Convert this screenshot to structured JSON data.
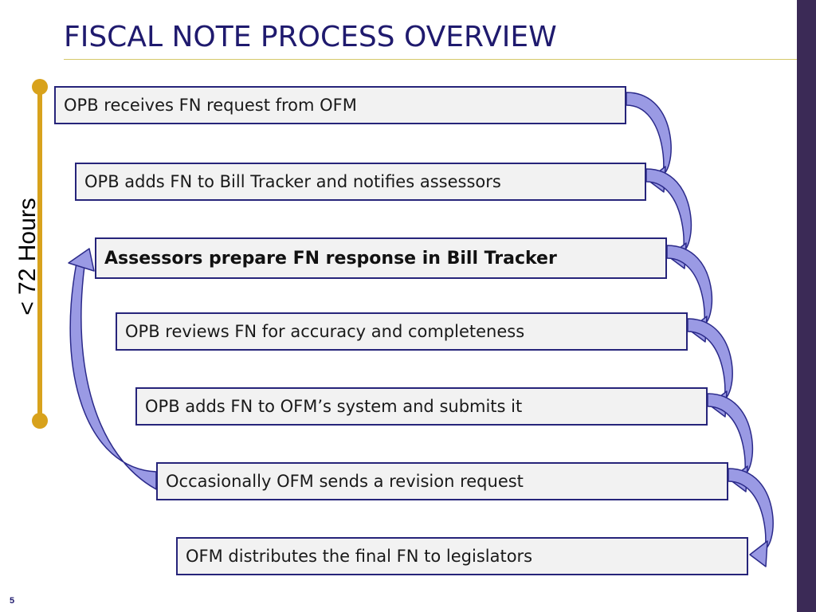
{
  "title": "FISCAL NOTE PROCESS OVERVIEW",
  "timeline": {
    "label": "< 72 Hours"
  },
  "steps": [
    {
      "text": "OPB receives FN request from OFM",
      "emphasis": false
    },
    {
      "text": "OPB adds FN to Bill Tracker and notifies assessors",
      "emphasis": false
    },
    {
      "text": "Assessors prepare FN response in Bill Tracker",
      "emphasis": true
    },
    {
      "text": "OPB reviews FN for accuracy and completeness",
      "emphasis": false
    },
    {
      "text": "OPB adds FN to OFM’s system and submits it",
      "emphasis": false
    },
    {
      "text": "Occasionally OFM sends a revision request",
      "emphasis": false
    },
    {
      "text": "OFM distributes the final FN to legislators",
      "emphasis": false
    }
  ],
  "loop_back": {
    "from_step": 6,
    "to_step": 3
  },
  "colors": {
    "title": "#1f1a6e",
    "box_border": "#26247a",
    "box_fill": "#f2f2f2",
    "arrow_fill": "#9a9ae4",
    "arrow_stroke": "#2b2a8a",
    "timeline": "#d8a21c",
    "right_bar": "#3b2a56"
  },
  "page_number": "5"
}
